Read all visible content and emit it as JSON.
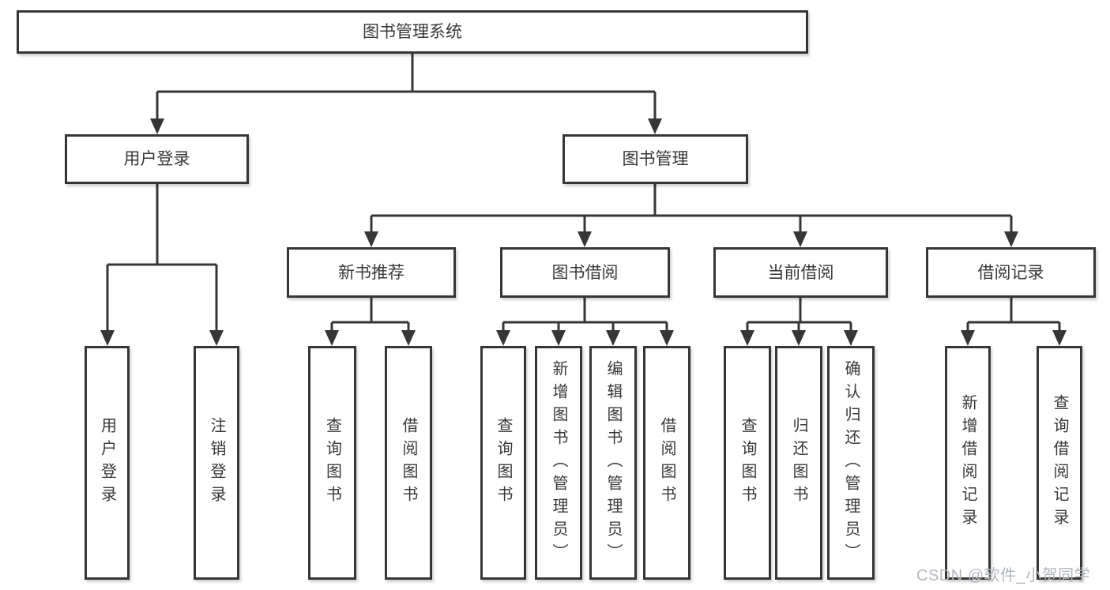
{
  "diagram": {
    "type": "tree",
    "root": {
      "label": "图书管理系统"
    },
    "level2": [
      {
        "label": "用户登录"
      },
      {
        "label": "图书管理"
      }
    ],
    "level3": [
      {
        "label": "新书推荐",
        "parent": "图书管理"
      },
      {
        "label": "图书借阅",
        "parent": "图书管理"
      },
      {
        "label": "当前借阅",
        "parent": "图书管理"
      },
      {
        "label": "借阅记录",
        "parent": "图书管理"
      }
    ],
    "leaves": [
      {
        "label": "用户登录",
        "parent": "用户登录"
      },
      {
        "label": "注销登录",
        "parent": "用户登录"
      },
      {
        "label": "查询图书",
        "parent": "新书推荐"
      },
      {
        "label": "借阅图书",
        "parent": "新书推荐"
      },
      {
        "label": "查询图书",
        "parent": "图书借阅"
      },
      {
        "label": "新增图书（管理员）",
        "parent": "图书借阅"
      },
      {
        "label": "编辑图书（管理员）",
        "parent": "图书借阅"
      },
      {
        "label": "借阅图书",
        "parent": "图书借阅"
      },
      {
        "label": "查询图书",
        "parent": "当前借阅"
      },
      {
        "label": "归还图书",
        "parent": "当前借阅"
      },
      {
        "label": "确认归还（管理员）",
        "parent": "当前借阅"
      },
      {
        "label": "新增借阅记录",
        "parent": "借阅记录"
      },
      {
        "label": "查询借阅记录",
        "parent": "借阅记录"
      }
    ],
    "watermark": {
      "text": "CSDN @软件_小贺同学",
      "color": "#b3b8be"
    },
    "colors": {
      "line": "#363636",
      "text": "#383838",
      "background": "#ffffff"
    }
  }
}
